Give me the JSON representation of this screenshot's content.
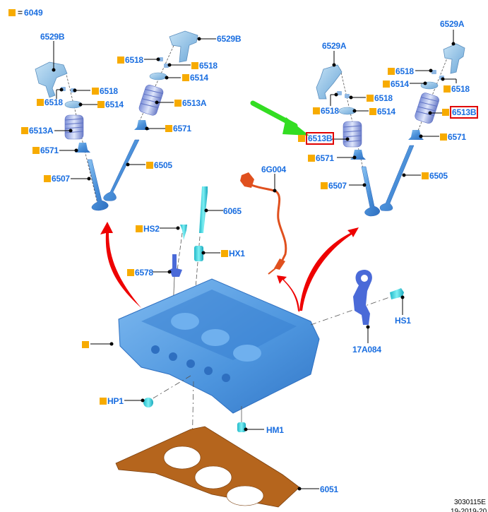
{
  "diagram": {
    "title": "Cylinder head exploded view",
    "legend": {
      "symbol": "orange-square",
      "equals": "=",
      "part": "6049"
    },
    "colors": {
      "label_text": "#1a6ee0",
      "marker_square": "#f7ab00",
      "highlight_box": "#e00000",
      "callout_arrow": "#33dd22",
      "direction_arrow": "#ee0000",
      "part_blue": "#4a90d9",
      "gasket": "#b5651d",
      "sensor_wire": "#e0501e",
      "fastener_cyan": "#27d0d8"
    },
    "labels": {
      "l_6529b_left": "6529B",
      "l_6518_left_r": "6518",
      "l_6518_left_l": "6518",
      "l_6514_left": "6514",
      "l_6513a_left": "6513A",
      "l_6571_left": "6571",
      "l_6507_left": "6507",
      "l_6529b_mid": "6529B",
      "l_6518_mid_a": "6518",
      "l_6518_mid_b": "6518",
      "l_6514_mid": "6514",
      "l_6513a_mid": "6513A",
      "l_6571_mid": "6571",
      "l_6505_mid": "6505",
      "l_6529a_c": "6529A",
      "l_6518_c_r": "6518",
      "l_6518_c_l": "6518",
      "l_6514_c": "6514",
      "l_6513b_c": "6513B",
      "l_6571_c": "6571",
      "l_6507_c": "6507",
      "l_6529a_r": "6529A",
      "l_6518_r_a": "6518",
      "l_6514_r": "6514",
      "l_6518_r_b": "6518",
      "l_6513b_r": "6513B",
      "l_6571_r": "6571",
      "l_6505_r": "6505",
      "l_6g004": "6G004",
      "l_6065": "6065",
      "l_hs2": "HS2",
      "l_hx1": "HX1",
      "l_6578": "6578",
      "l_hs1": "HS1",
      "l_17a084": "17A084",
      "l_hp1": "HP1",
      "l_hm1": "HM1",
      "l_6051": "6051"
    },
    "highlighted_parts": [
      "6513B",
      "6513B"
    ],
    "footer": {
      "figure_id": "3030115E",
      "date": "19-2019-20"
    }
  }
}
